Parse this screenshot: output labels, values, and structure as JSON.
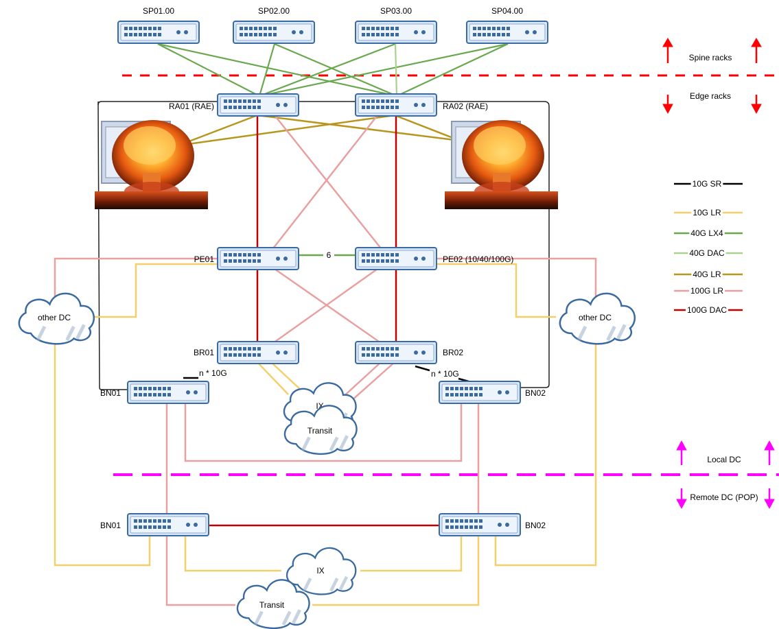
{
  "switches": {
    "sp01": "SP01.00",
    "sp02": "SP02.00",
    "sp03": "SP03.00",
    "sp04": "SP04.00",
    "ra01": "RA01 (RAE)",
    "ra02": "RA02 (RAE)",
    "pe01": "PE01",
    "pe02": "PE02 (10/40/100G)",
    "br01": "BR01",
    "br02": "BR02",
    "bn01_local": "BN01",
    "bn02_local": "BN02",
    "bn01_remote": "BN01",
    "bn02_remote": "BN02"
  },
  "clouds": {
    "other_dc_left": "other DC",
    "other_dc_right": "other DC",
    "ix_local": "IX",
    "transit_local": "Transit",
    "ix_remote": "IX",
    "transit_remote": "Transit"
  },
  "link_labels": {
    "pe_link_count": "6",
    "n10g_left": "n * 10G",
    "n10g_right": "n * 10G"
  },
  "zones": {
    "spine": "Spine racks",
    "edge": "Edge racks",
    "local": "Local DC",
    "remote": "Remote DC (POP)"
  },
  "legend": [
    {
      "label": "10G SR",
      "color": "#000000"
    },
    {
      "label": "10G LR",
      "color": "#f5cf6a"
    },
    {
      "label": "40G LX4",
      "color": "#6aa84f"
    },
    {
      "label": "40G DAC",
      "color": "#a9d18e"
    },
    {
      "label": "40G LR",
      "color": "#b8961e"
    },
    {
      "label": "100G LR",
      "color": "#e8a0a0"
    },
    {
      "label": "100G DAC",
      "color": "#c00000"
    }
  ],
  "colors": {
    "switch_fill": "#dae8fc",
    "switch_stroke": "#3a6aa0",
    "spine_line": "#ff0000",
    "dc_line": "#ff00ff",
    "cloud_stroke": "#3a6aa0"
  },
  "icons": {
    "switch": "network-switch-icon",
    "cloud": "cloud-icon",
    "explosion": "nuclear-explosion-icon",
    "arrow": "arrow-icon"
  }
}
